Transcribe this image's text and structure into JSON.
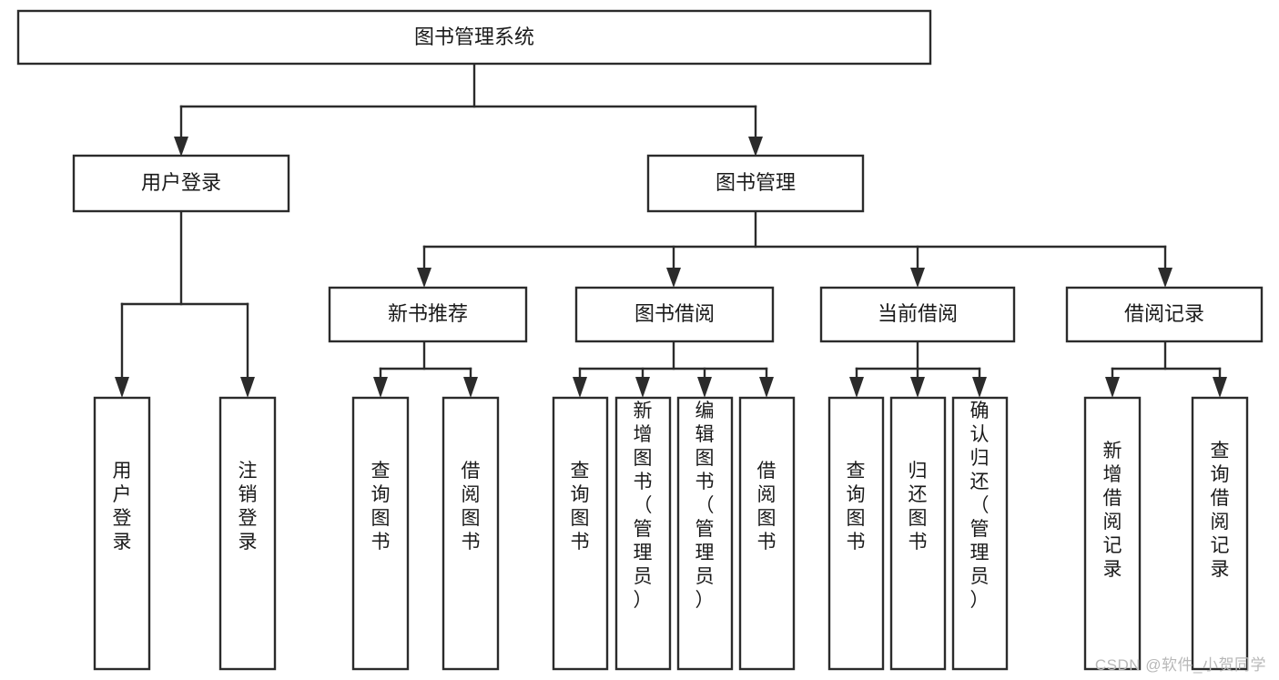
{
  "diagram": {
    "title": "图书管理系统",
    "type": "tree-hierarchy",
    "orientation": "top-down",
    "watermark": "CSDN @软件_小贺同学",
    "colors": {
      "stroke": "#2b2b2b",
      "box_fill": "#ffffff",
      "text": "#1a1a1a",
      "background": "#ffffff",
      "watermark": "#b8b8b8"
    },
    "root": {
      "label": "图书管理系统"
    },
    "level2": [
      {
        "label": "用户登录"
      },
      {
        "label": "图书管理"
      }
    ],
    "level3": [
      {
        "label": "新书推荐"
      },
      {
        "label": "图书借阅"
      },
      {
        "label": "当前借阅"
      },
      {
        "label": "借阅记录"
      }
    ],
    "leaves": {
      "user_login": [
        {
          "label": "用户登录"
        },
        {
          "label": "注销登录"
        }
      ],
      "new_book_recommend": [
        {
          "label": "查询图书"
        },
        {
          "label": "借阅图书"
        }
      ],
      "book_borrow": [
        {
          "label": "查询图书"
        },
        {
          "label": "新增图书（管理员）"
        },
        {
          "label": "编辑图书（管理员）"
        },
        {
          "label": "借阅图书"
        }
      ],
      "current_borrow": [
        {
          "label": "查询图书"
        },
        {
          "label": "归还图书"
        },
        {
          "label": "确认归还（管理员）"
        }
      ],
      "borrow_record": [
        {
          "label": "新增借阅记录"
        },
        {
          "label": "查询借阅记录"
        }
      ]
    }
  }
}
